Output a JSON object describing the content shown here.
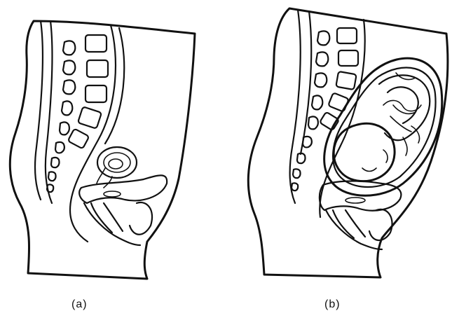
{
  "panels": [
    {
      "id": "a",
      "caption": "(a)"
    },
    {
      "id": "b",
      "caption": "(b)"
    }
  ]
}
